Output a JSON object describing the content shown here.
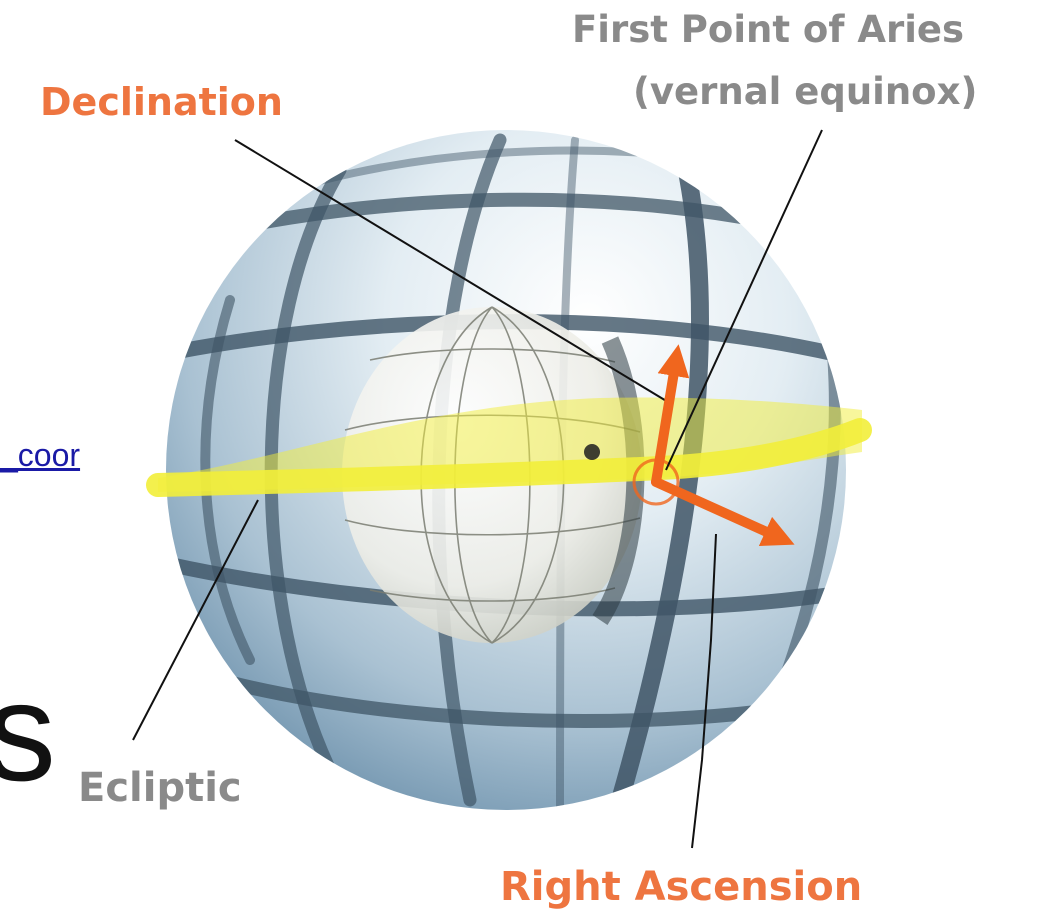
{
  "labels": {
    "declination": "Declination",
    "first_point_line1": "First Point of Aries",
    "first_point_line2": "(vernal equinox)",
    "ecliptic": "Ecliptic",
    "right_ascension": "Right Ascension"
  },
  "partial_text": {
    "link": "_coor",
    "big_letter": "s"
  },
  "colors": {
    "label_orange": "#ee7540",
    "label_gray": "#8a8a8a",
    "ecliptic_yellow": "#f2ee3a",
    "grid_dark": "#3f5566",
    "arrow_orange": "#f0661e",
    "link_blue": "#1a1aa6"
  }
}
